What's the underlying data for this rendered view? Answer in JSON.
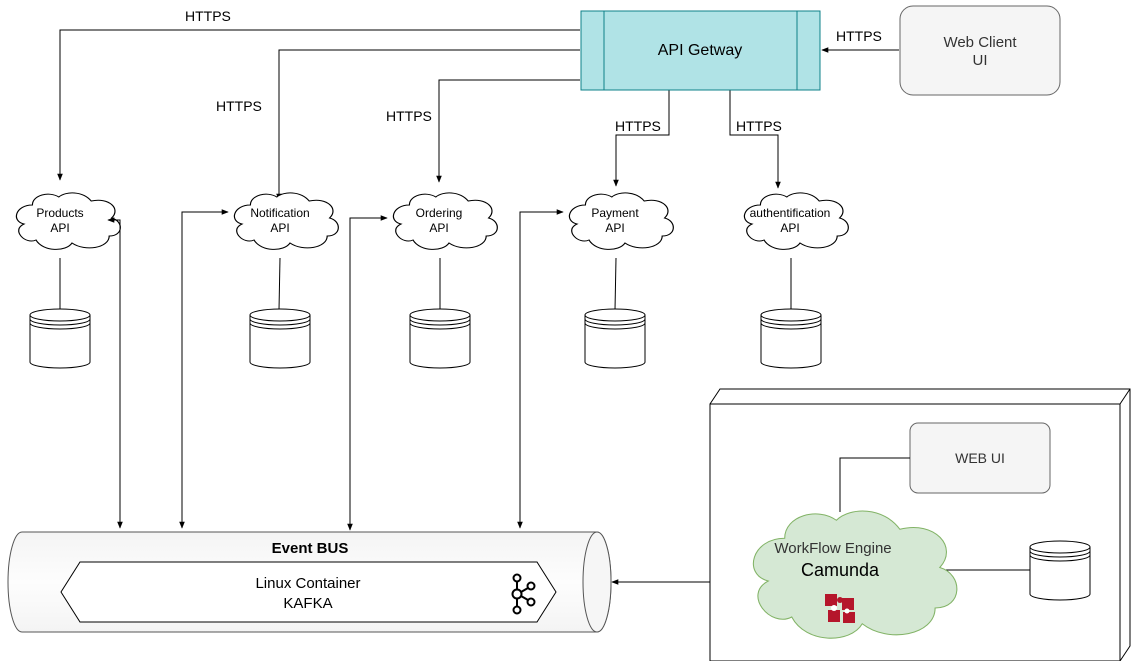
{
  "nodes": {
    "api_gateway": "API Getway",
    "web_client": {
      "line1": "Web Client",
      "line2": "UI"
    },
    "products": {
      "line1": "Products",
      "line2": "API"
    },
    "notification": {
      "line1": "Notification",
      "line2": "API"
    },
    "ordering": {
      "line1": "Ordering",
      "line2": "API"
    },
    "payment": {
      "line1": "Payment",
      "line2": "API"
    },
    "authentification": {
      "line1": "authentification",
      "line2": "API"
    },
    "event_bus": "Event BUS",
    "linux_container": {
      "line1": "Linux Container",
      "line2": "KAFKA"
    },
    "web_ui": "WEB UI",
    "workflow_engine": {
      "line1": "WorkFlow Engine",
      "line2": "Camunda"
    }
  },
  "edges": {
    "https_label": "HTTPS"
  },
  "colors": {
    "gateway_fill": "#b0e3e6",
    "gateway_stroke": "#0e8088",
    "box_fill": "#f5f5f5",
    "box_stroke": "#666666",
    "cloud_green_fill": "#d5e8d4",
    "cloud_green_stroke": "#82b366",
    "camunda_red": "#b5162b"
  },
  "icons": {
    "kafka": "kafka-icon",
    "camunda": "camunda-icon"
  }
}
